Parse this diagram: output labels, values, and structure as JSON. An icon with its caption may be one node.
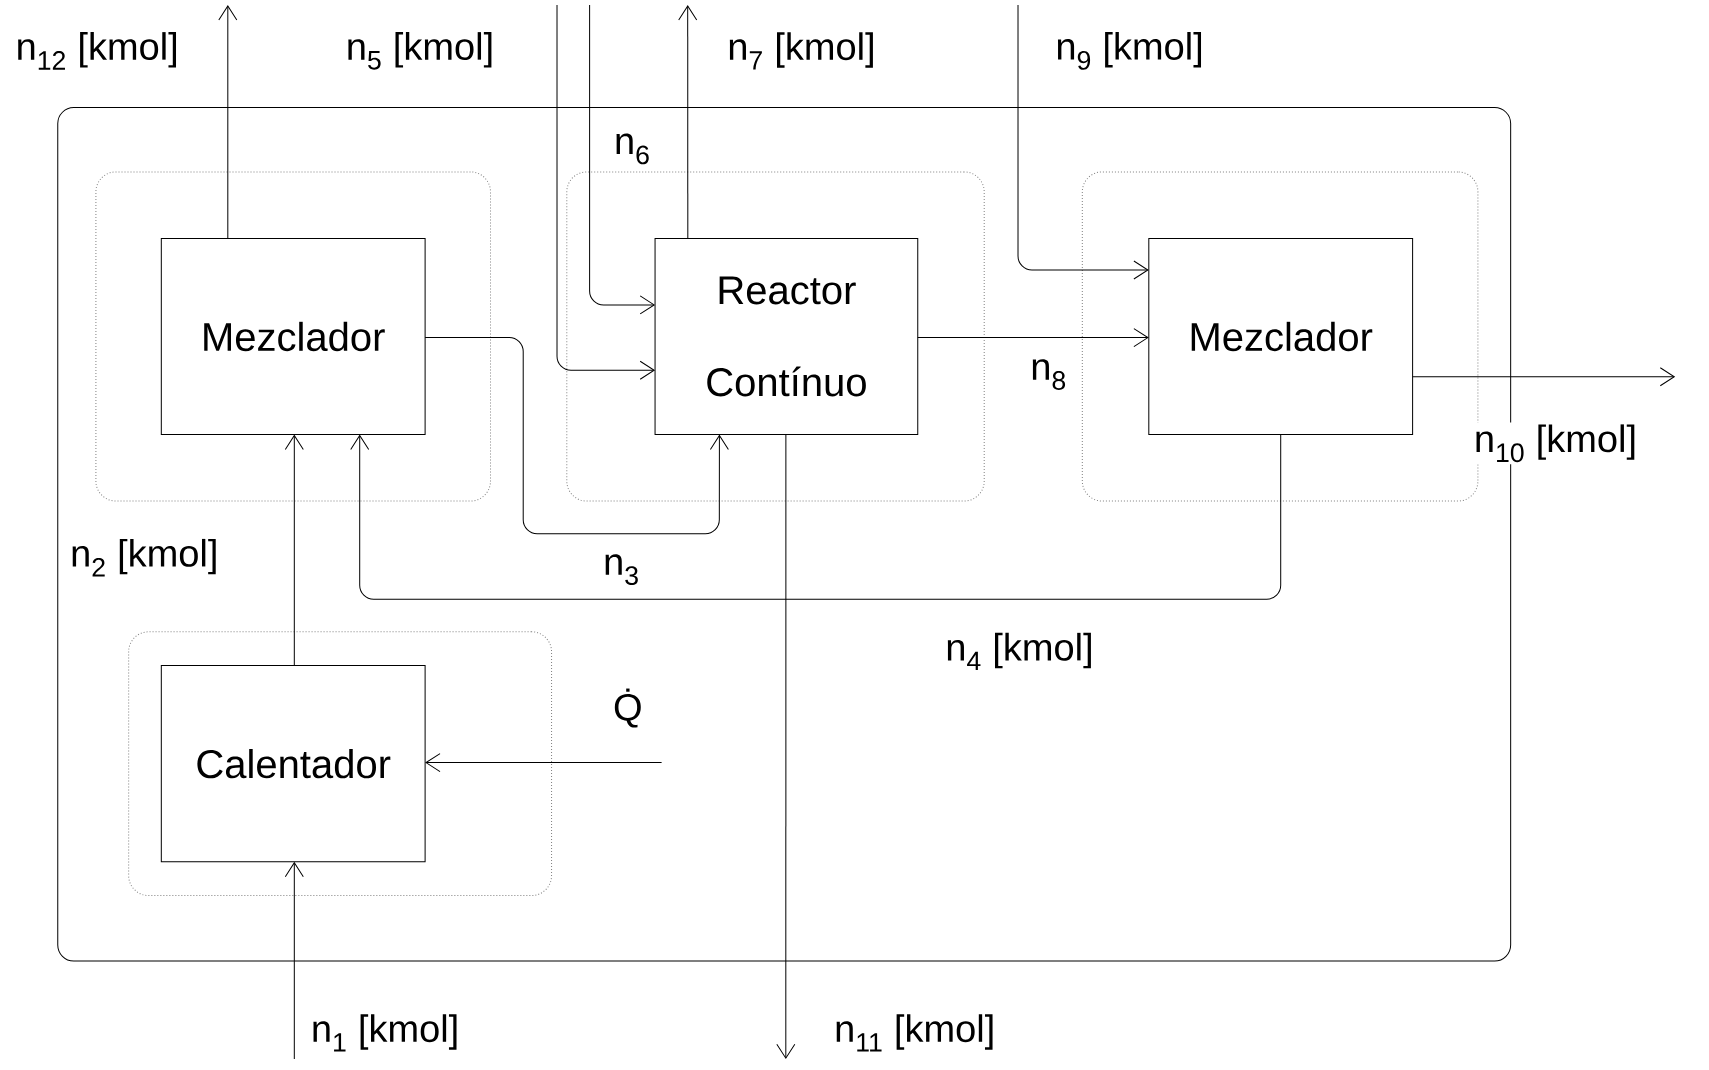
{
  "diagram": {
    "nodes": [
      {
        "text": [],
        "shape": "box"
      },
      {
        "text": [],
        "shape": "box",
        "in": 0
      },
      {
        "text": [
          "Mezclador"
        ],
        "in": 1
      },
      {
        "text": [],
        "shape": "box",
        "in": 0
      },
      {
        "text": [
          "Reactor Contínuo"
        ],
        "in": 3
      },
      {
        "text": [],
        "shape": "box",
        "in": 0
      },
      {
        "text": [
          "Mezclador"
        ],
        "in": 5
      },
      {
        "text": [],
        "shape": "box",
        "in": 0
      },
      {
        "text": [
          "Calentador"
        ],
        "in": 7
      }
    ],
    "edges": [
      {
        "from": null,
        "to": 8,
        "arrow": "to",
        "label": "n$_{1}$ [kmol]"
      },
      {
        "from": 8,
        "to": 2,
        "arrow": "to",
        "label": "n$_{2}$ [kmol]"
      },
      {
        "from": null,
        "to": 8,
        "arrow": "to",
        "label": "Q̇"
      },
      {
        "from": 2,
        "to": 4,
        "arrow": "to",
        "label": "n$_{3}$"
      },
      {
        "from": 6,
        "to": 2,
        "arrow": "to",
        "label": "n$_{4}$ [kmol]"
      },
      {
        "from": null,
        "to": 4,
        "arrow": "to",
        "label": "n$_{5}$ [kmol]"
      },
      {
        "from": null,
        "to": 4,
        "arrow": "to",
        "label": "n$_{6}$"
      },
      {
        "from": 4,
        "to": null,
        "arrow": "to",
        "label": "n$_{7}$ [kmol]"
      },
      {
        "from": 4,
        "to": 6,
        "arrow": "to",
        "label": "n$_{8}$"
      },
      {
        "from": null,
        "to": 6,
        "arrow": "to",
        "label": "n$_{9}$ [kmol]"
      },
      {
        "from": 6,
        "to": null,
        "arrow": "to",
        "label": "n$_{10}$ [kmol]"
      },
      {
        "from": 4,
        "to": null,
        "arrow": "to",
        "label": "n$_{11}$ [kmol]"
      },
      {
        "from": 2,
        "to": null,
        "arrow": "to",
        "label": "n$_{12}$ [kmol]"
      }
    ]
  }
}
